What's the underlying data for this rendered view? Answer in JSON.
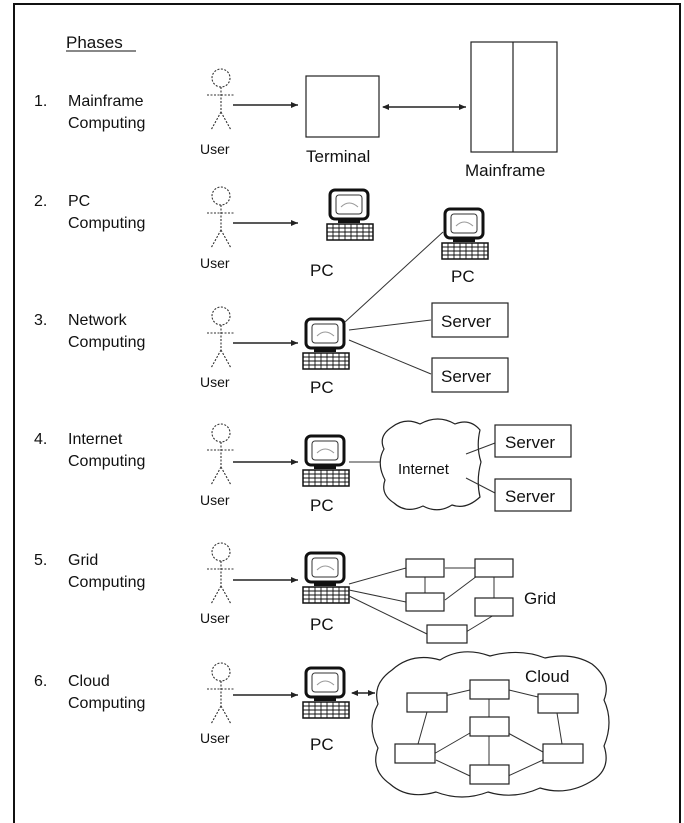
{
  "heading": "Phases",
  "phases": [
    {
      "num": "1.",
      "line1": "Mainframe",
      "line2": "Computing"
    },
    {
      "num": "2.",
      "line1": "PC",
      "line2": "Computing"
    },
    {
      "num": "3.",
      "line1": "Network",
      "line2": "Computing"
    },
    {
      "num": "4.",
      "line1": "Internet",
      "line2": "Computing"
    },
    {
      "num": "5.",
      "line1": "Grid",
      "line2": "Computing"
    },
    {
      "num": "6.",
      "line1": "Cloud",
      "line2": "Computing"
    }
  ],
  "labels": {
    "user": "User",
    "terminal": "Terminal",
    "mainframe": "Mainframe",
    "pc": "PC",
    "server": "Server",
    "internet": "Internet",
    "grid": "Grid",
    "cloud": "Cloud"
  },
  "icons": {
    "user": "stick-figure-icon",
    "pc": "computer-icon"
  }
}
